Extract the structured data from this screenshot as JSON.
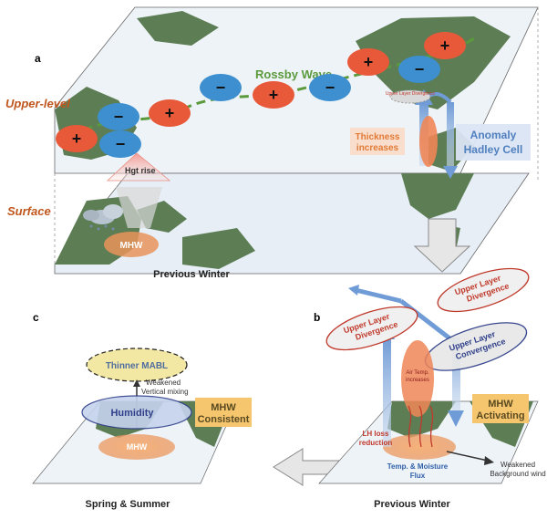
{
  "panel_a": {
    "label": "a",
    "upper_level": "Upper-level",
    "surface": "Surface",
    "rossby_wave": "Rossby Wave",
    "upper_layer_divergence_small": "Upper Layer Divergence",
    "thickness_increases": "Thickness increases",
    "anomaly_hadley_cell": "Anomaly Hadley Cell",
    "hgt_rise": "Hgt rise",
    "mhw": "MHW",
    "caption": "Previous Winter",
    "wave_signs": [
      "+",
      "−",
      "+",
      "−",
      "+",
      "−",
      "+",
      "−",
      "+"
    ]
  },
  "panel_b": {
    "label": "b",
    "upper_layer_divergence_left": "Upper Layer Divergence",
    "upper_layer_divergence_right": "Upper Layer Divergence",
    "upper_layer_convergence": "Upper Layer Convergence",
    "air_temp_increases": "Air Temp. increases",
    "mhw_activating": "MHW Activating",
    "lh_loss_reduction": "LH loss reduction",
    "temp_moisture_flux": "Temp. & Moisture Flux",
    "weakened_background_wind": "Weakened Background wind",
    "caption": "Previous Winter"
  },
  "panel_c": {
    "label": "c",
    "thinner_mabl": "Thinner MABL",
    "weakened_vertical_mixing": "Weakened Vertical mixing",
    "humidity": "Humidity",
    "mhw_consistent": "MHW Consistent",
    "mhw": "MHW",
    "caption": "Spring & Summer"
  },
  "colors": {
    "positive": "#e8593a",
    "negative": "#3d8fcf",
    "land": "#5d7d55",
    "ocean": "#e7eef6",
    "wave": "#5a9a3c",
    "label_orange": "#c0561d",
    "mhw_box": "#f6c66f"
  }
}
